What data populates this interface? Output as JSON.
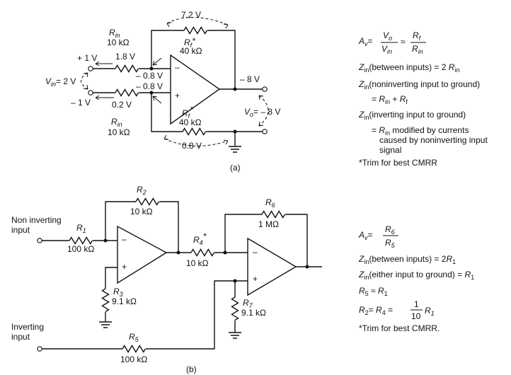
{
  "panel_a": {
    "caption": "(a)",
    "labels": {
      "v_top": "7.2 V",
      "rin_top_sym": "R",
      "rin_top_sub": "in",
      "rin_top_val": "10 kΩ",
      "rf_top_sym": "R",
      "rf_top_sub": "f",
      "rf_top_star": "*",
      "rf_top_val": "40 kΩ",
      "plus_1v": "+ 1 V",
      "v18": "1.8 V",
      "vin_sym": "V",
      "vin_sub": "in",
      "vin_val": "= 2 V",
      "m08_a": "– 0.8 V",
      "m08_b": "– 0.8 V",
      "minus_8v": "– 8 V",
      "minus_1v": "– 1 V",
      "v02": "0.2 V",
      "rf_bot_sym": "R",
      "rf_bot_sub": "f",
      "rf_bot_star": "*",
      "rf_bot_val": "40 kΩ",
      "vo_sym": "V",
      "vo_sub": "o",
      "vo_val": "= – 8 V",
      "rin_bot_sym": "R",
      "rin_bot_sub": "in",
      "rin_bot_val": "10 kΩ",
      "v08": "0.8 V",
      "opamp_minus": "–",
      "opamp_plus": "+"
    },
    "notes": {
      "av_lhs_sym": "A",
      "av_lhs_sub": "v",
      "av_eq": "=",
      "av_num_sym": "V",
      "av_num_sub": "o",
      "av_den_sym": "V",
      "av_den_sub": "in",
      "av_approx": "≈",
      "rf_num_sym": "R",
      "rf_num_sub": "f",
      "rin_den_sym": "R",
      "rin_den_sub": "in",
      "zin1_sym": "Z",
      "zin1_sub": "in",
      "zin1_text": "(between inputs) = 2",
      "zin1_r": "R",
      "zin1_r_sub": "in",
      "zin2_sym": "Z",
      "zin2_sub": "in",
      "zin2_text": "(noninverting input to ground)",
      "zin2_eq": "=",
      "zin2_r1": "R",
      "zin2_r1_sub": "in",
      "zin2_plus": "+",
      "zin2_r2": "R",
      "zin2_r2_sub": "f",
      "zin3_sym": "Z",
      "zin3_sub": "in",
      "zin3_text": "(inverting input to ground)",
      "zin3_eq": "=",
      "zin3_r": "R",
      "zin3_r_sub": "in",
      "zin3_line1": "modified by currents",
      "zin3_line2": "caused by noninverting input",
      "zin3_line3": "signal",
      "trim": "*Trim for best CMRR"
    }
  },
  "panel_b": {
    "caption": "(b)",
    "labels": {
      "noninv_line1": "Non inverting",
      "noninv_line2": "input",
      "inv_line1": "Inverting",
      "inv_line2": "input",
      "r1_sym": "R",
      "r1_sub": "1",
      "r1_val": "100 kΩ",
      "r2_sym": "R",
      "r2_sub": "2",
      "r2_val": "10 kΩ",
      "r3_sym": "R",
      "r3_sub": "3",
      "r3_val": "9.1 kΩ",
      "r4_sym": "R",
      "r4_sub": "4",
      "r4_star": "*",
      "r4_val": "10 kΩ",
      "r5_sym": "R",
      "r5_sub": "5",
      "r5_val": "100 kΩ",
      "r6_sym": "R",
      "r6_sub": "6",
      "r6_val": "1 MΩ",
      "r7_sym": "R",
      "r7_sub": "7",
      "r7_val": "9.1 kΩ",
      "opamp_minus": "–",
      "opamp_plus": "+"
    },
    "notes": {
      "av_sym": "A",
      "av_sub": "v",
      "av_eq": "=",
      "num_sym": "R",
      "num_sub": "6",
      "den_sym": "R",
      "den_sub": "5",
      "zin1_sym": "Z",
      "zin1_sub": "in",
      "zin1_text": "(between inputs) = 2",
      "zin1_r": "R",
      "zin1_r_sub": "1",
      "zin2_sym": "Z",
      "zin2_sub": "in",
      "zin2_text": "(either input to ground) =",
      "zin2_r": "R",
      "zin2_r_sub": "1",
      "r5eq_sym": "R",
      "r5eq_sub": "5",
      "r5eq_op": "≈",
      "r5eq_r": "R",
      "r5eq_r_sub": "1",
      "r2eq_sym": "R",
      "r2eq_sub": "2",
      "r2eq_eq1": "=",
      "r4eq_sym": "R",
      "r4eq_sub": "4",
      "r2eq_eq2": "=",
      "frac_num": "1",
      "frac_den": "10",
      "r1eq_sym": "R",
      "r1eq_sub": "1",
      "trim": "*Trim for best CMRR."
    }
  }
}
